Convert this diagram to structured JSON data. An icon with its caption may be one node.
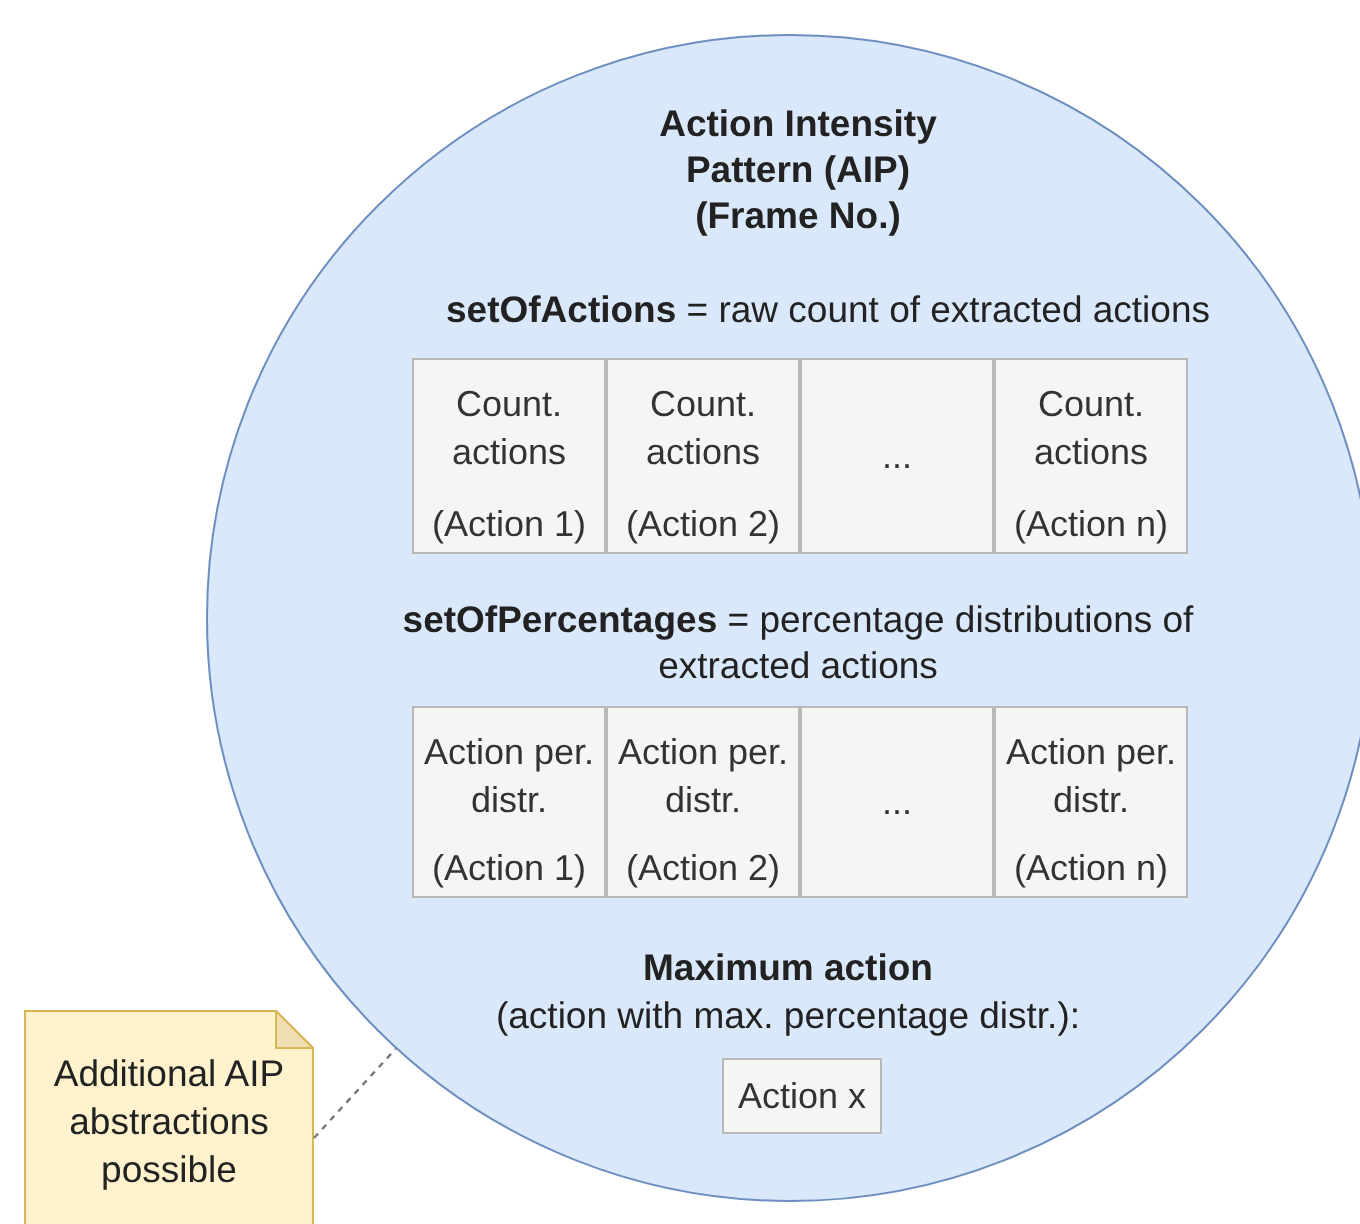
{
  "diagram": {
    "nodes": [
      {
        "text": [
          "Action Intensity Pattern (AIP) (Frame No.)",
          "**setOfActions** = raw count of extracted actions",
          "**setOfPercentages** = percentage distributions of extracted actions",
          "Maximum action",
          "(action with max. percentage distr.):"
        ]
      },
      {
        "text": [
          "Count. actions",
          "(Action 1)"
        ],
        "in": 0
      },
      {
        "text": [
          "Count. actions",
          "(Action 2)"
        ],
        "in": 0
      },
      {
        "text": [
          "..."
        ],
        "in": 0
      },
      {
        "text": [
          "Count. actions",
          "(Action n)"
        ],
        "in": 0
      },
      {
        "text": [
          "Action per. distr.",
          "(Action 1)"
        ],
        "in": 0
      },
      {
        "text": [
          "Action per. distr.",
          "(Action 2)"
        ],
        "in": 0
      },
      {
        "text": [
          "..."
        ],
        "in": 0
      },
      {
        "text": [
          "Action per. distr.",
          "(Action n)"
        ],
        "in": 0
      },
      {
        "text": [
          "Action x"
        ],
        "in": 0
      },
      {
        "text": [
          "Additional AIP abstractions possible"
        ]
      }
    ],
    "edges": [
      {
        "from": 10,
        "to": 0,
        "arrow": "none",
        "style": "dashed"
      }
    ]
  }
}
